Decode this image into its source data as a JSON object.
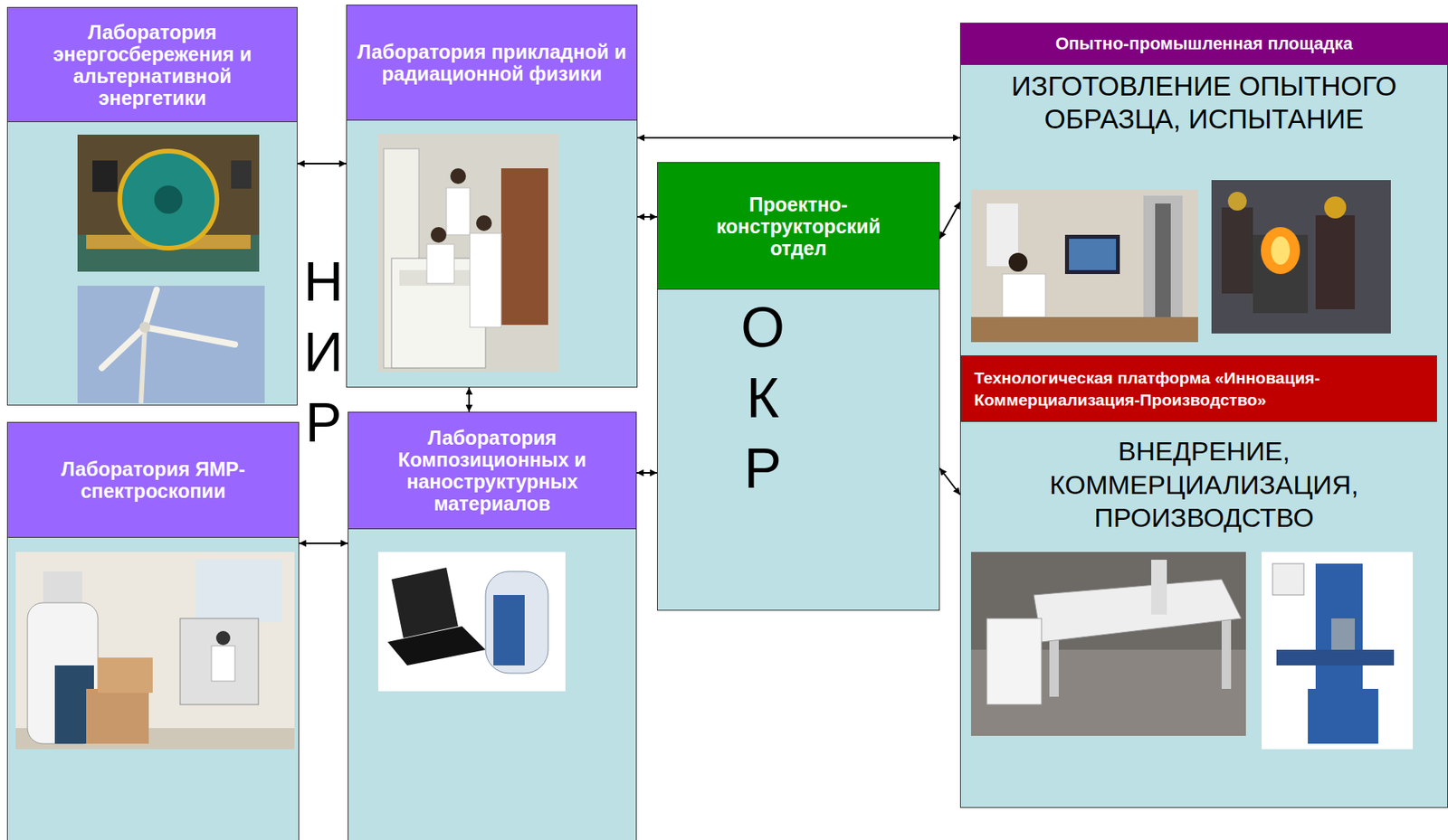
{
  "diagram": {
    "nodes": [
      {
        "text": [
          "Лаборатория энергосбережения и альтернативной энергетики"
        ]
      },
      {
        "text": [
          "Лаборатория прикладной и радиационной физики"
        ]
      },
      {
        "text": [
          "Лаборатория ЯМР-спектроскопии"
        ]
      },
      {
        "text": [
          "Лаборатория Композиционных и наноструктурных материалов"
        ]
      },
      {
        "text": [
          "Проектно-конструкторский отдел",
          "О К Р"
        ]
      },
      {
        "text": [
          "Опытно-промышленная площадка",
          "ИЗГОТОВЛЕНИЕ ОПЫТНОГО ОБРАЗЦА, ИСПЫТАНИЕ",
          "ВНЕДРЕНИЕ, КОММЕРЦИАЛИЗАЦИЯ, ПРОИЗВОДСТВО"
        ]
      },
      {
        "text": [
          "Технологическая платформа «Инновация-Коммерциализация-Производство»"
        ],
        "in": 5
      }
    ],
    "edges": [
      {
        "from": 0,
        "to": 1,
        "arrow": "both"
      },
      {
        "from": 1,
        "to": 5,
        "arrow": "both"
      },
      {
        "from": 1,
        "to": 4,
        "arrow": "both"
      },
      {
        "from": 1,
        "to": 3,
        "arrow": "both"
      },
      {
        "from": 3,
        "to": 4,
        "arrow": "both"
      },
      {
        "from": 2,
        "to": 3,
        "arrow": "both"
      },
      {
        "from": 4,
        "to": 5,
        "arrow": "both"
      },
      {
        "from": 4,
        "to": 5,
        "arrow": "both"
      }
    ],
    "labels": [
      "Н И Р"
    ]
  }
}
